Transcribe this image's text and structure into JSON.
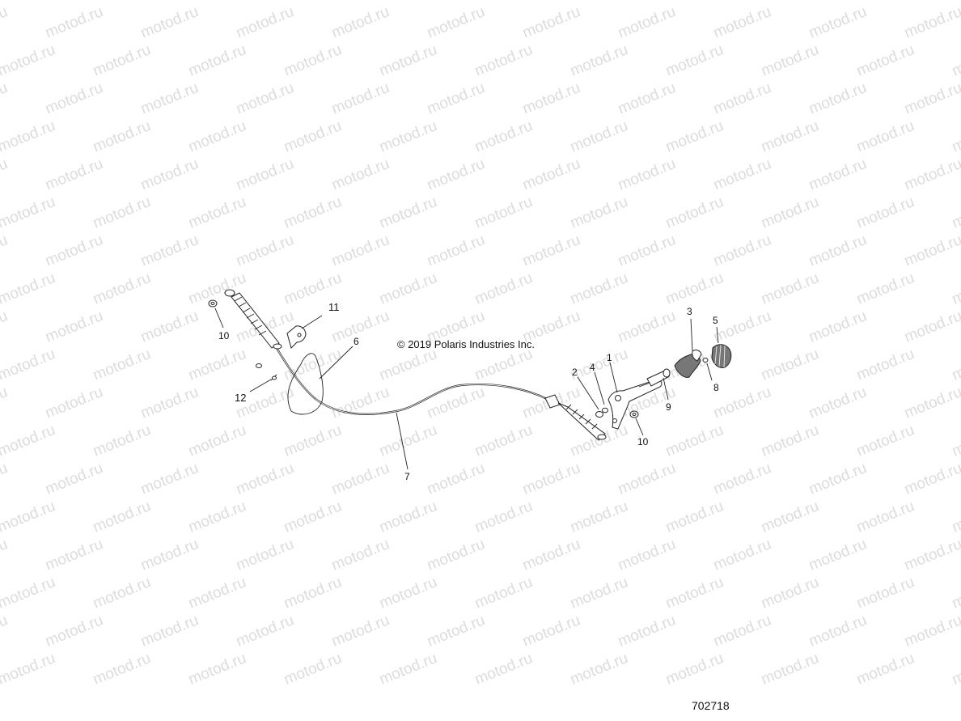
{
  "watermark": {
    "text": "motod.ru",
    "color": "#dcdcdc"
  },
  "copyright": "© 2019 Polaris Industries Inc.",
  "figure_number": "702718",
  "callouts": {
    "c1": "1",
    "c2": "2",
    "c3": "3",
    "c4": "4",
    "c5": "5",
    "c6": "6",
    "c7": "7",
    "c8": "8",
    "c9": "9",
    "c10a": "10",
    "c10b": "10",
    "c11": "11",
    "c12": "12"
  },
  "colors": {
    "line": "#222222",
    "background": "#ffffff"
  }
}
